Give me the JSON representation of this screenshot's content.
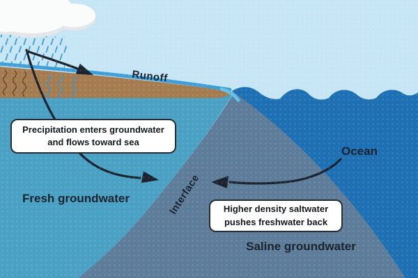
{
  "diagram": {
    "title_hint": "Saltwater intrusion / fresh-saline groundwater interface diagram",
    "region_labels": {
      "runoff": "Runoff",
      "ocean": "Ocean",
      "fresh_groundwater": "Fresh groundwater",
      "saline_groundwater": "Saline groundwater",
      "interface": "Interface"
    },
    "callouts": {
      "precipitation": {
        "line1": "Precipitation enters groundwater",
        "line2": "and flows toward sea"
      },
      "saltwater": {
        "line1": "Higher density saltwater",
        "line2": "pushes freshwater back"
      }
    }
  },
  "colors": {
    "sky": "#c7e6f5",
    "ocean": "#1e70b4",
    "fresh": "#4aa1c4",
    "saline": "#5e7d9a",
    "soil": "#a57c50",
    "runoff_water": "#3e9fd8",
    "coast_water": "#5ec2e8",
    "rain": "#44a3da",
    "cloud": "#fafbfb",
    "cloud_shadow": "#e4e7e9",
    "squiggle_dark": "#6d4b2c",
    "squiggle_blue": "#3e96ce",
    "ink": "#1b232e",
    "box_bg": "#ffffff",
    "box_border": "#272c34"
  }
}
